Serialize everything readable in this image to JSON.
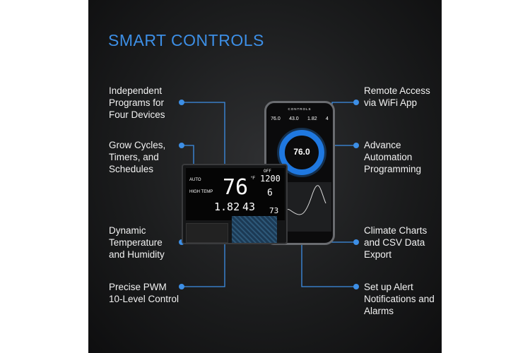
{
  "title": "SMART CONTROLS",
  "left_features": [
    "Independent Programs for Four Devices",
    "Grow Cycles, Timers, and Schedules",
    "Dynamic Temperature and Humidity",
    "Precise PWM 10-Level Control"
  ],
  "right_features": [
    "Remote Access via WiFi App",
    "Advance Automation Programming",
    "Climate Charts and CSV Data Export",
    "Set up Alert Notifications and Alarms"
  ],
  "controller": {
    "mode": "AUTO",
    "alert": "HIGH TEMP",
    "temp": "76",
    "temp_unit": "°F",
    "humidity": "43",
    "vpd": "1.82",
    "fan_level": "6",
    "set_to": "73",
    "timer": "1200",
    "port_status": "OFF"
  },
  "phone": {
    "header": "CONTROLS",
    "stats": [
      "76.0",
      "43.0",
      "1.82",
      "4"
    ],
    "dial_value": "76.0"
  },
  "accent_color": "#3d8fe6"
}
